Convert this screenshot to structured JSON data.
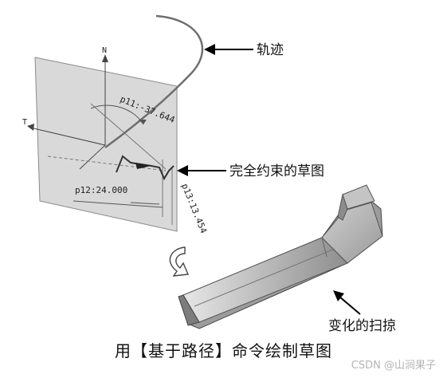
{
  "labels": {
    "trajectory": "轨迹",
    "constrained_sketch": "完全约束的草图",
    "variable_sweep": "变化的扫掠"
  },
  "axes": {
    "n": "N",
    "t": "T"
  },
  "dimensions": {
    "p11": "p11:-37.644",
    "p12": "p12:24.000",
    "p13": "p13:13.454"
  },
  "caption": "用【基于路径】命令绘制草图",
  "watermark": "CSDN @山涧果子"
}
